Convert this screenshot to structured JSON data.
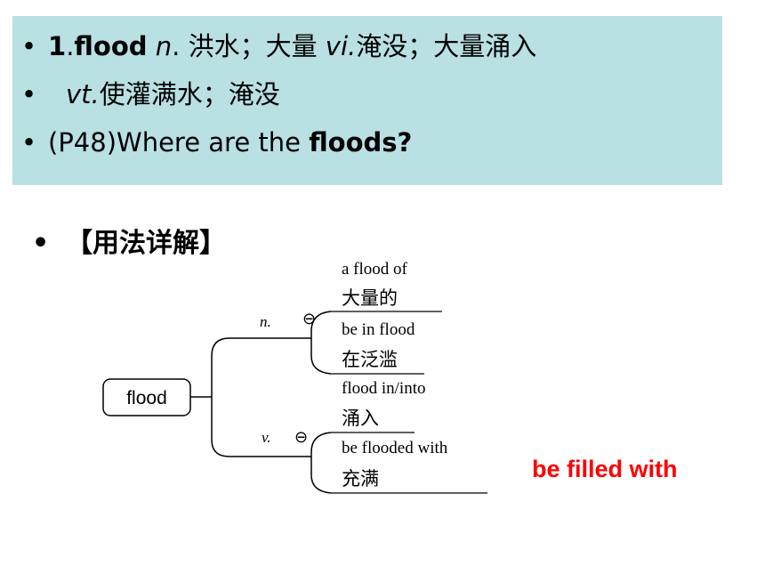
{
  "vocab": {
    "line1": {
      "bullet": "•",
      "number": "1",
      "dot": ".",
      "word": "flood",
      "pos1": "n",
      "dot2": ".",
      "meaning1": "洪水；大量",
      "pos2": "vi.",
      "meaning2": "淹没；大量涌入"
    },
    "line2": {
      "bullet": "•",
      "pos": "vt.",
      "meaning": "使灌满水；淹没"
    },
    "line3": {
      "bullet": "•",
      "prefix": "(P48)Where are the ",
      "bold": "floods?"
    }
  },
  "usage": {
    "bullet": "•",
    "heading": "【用法详解】"
  },
  "diagram": {
    "root": "flood",
    "noun": {
      "label": "n.",
      "marker": "⊖",
      "items": [
        {
          "en": "a flood of",
          "zh": "大量的"
        },
        {
          "en": "be in flood",
          "zh": "在泛滥"
        }
      ]
    },
    "verb": {
      "label": "v.",
      "marker": "⊖",
      "items": [
        {
          "en": "flood in/into",
          "zh": "涌入"
        },
        {
          "en": "be flooded with",
          "zh": "充满"
        }
      ]
    }
  },
  "note": {
    "text": "be filled with",
    "color": "#ff0000"
  }
}
